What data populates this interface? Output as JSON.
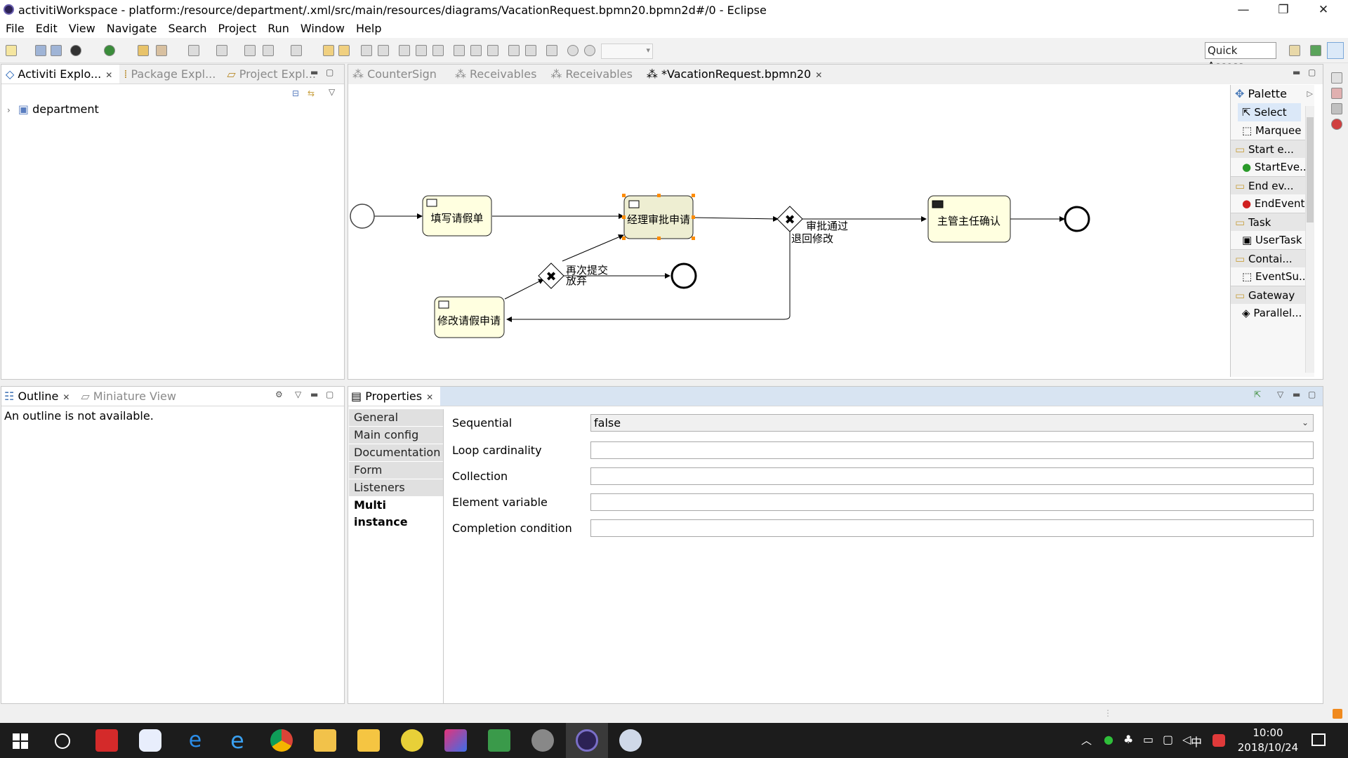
{
  "window": {
    "title": "activitiWorkspace - platform:/resource/department/.xml/src/main/resources/diagrams/VacationRequest.bpmn20.bpmn2d#/0 - Eclipse",
    "controls": {
      "minimize": "—",
      "restore": "❐",
      "close": "✕"
    }
  },
  "menu": [
    "File",
    "Edit",
    "View",
    "Navigate",
    "Search",
    "Project",
    "Run",
    "Window",
    "Help"
  ],
  "toolbar": {
    "quick_access": "Quick Access"
  },
  "explorer": {
    "tabs": [
      {
        "label": "Activiti Explo...",
        "closable": true
      },
      {
        "label": "Package Expl...",
        "closable": false
      },
      {
        "label": "Project Expl...",
        "closable": false
      }
    ],
    "tree": [
      {
        "label": "department"
      }
    ]
  },
  "editor": {
    "tabs": [
      "CounterSign",
      "Receivables",
      "Receivables",
      "*VacationRequest.bpmn20"
    ],
    "diagram": {
      "tasks": [
        "填写请假单",
        "经理审批申请",
        "修改请假申请",
        "主管主任确认"
      ],
      "flow_labels": {
        "approved": "审批通过",
        "returned": "退回修改",
        "resubmit": "再次提交",
        "abandon": "放弃"
      }
    }
  },
  "palette": {
    "title": "Palette",
    "tools": [
      "Select",
      "Marquee"
    ],
    "drawers": [
      {
        "label": "Start e...",
        "item": "StartEve..."
      },
      {
        "label": "End ev...",
        "item": "EndEvent"
      },
      {
        "label": "Task",
        "item": "UserTask"
      },
      {
        "label": "Contai...",
        "item": "EventSu..."
      },
      {
        "label": "Gateway",
        "item": "Parallel..."
      }
    ]
  },
  "outline": {
    "tabs": [
      "Outline",
      "Miniature View"
    ],
    "message": "An outline is not available."
  },
  "properties": {
    "tab_label": "Properties",
    "sections": [
      "General",
      "Main config",
      "Documentation",
      "Form",
      "Listeners",
      "Multi instance"
    ],
    "active_section": "Multi instance",
    "fields": [
      {
        "label": "Sequential",
        "value": "false",
        "type": "select"
      },
      {
        "label": "Loop cardinality",
        "value": ""
      },
      {
        "label": "Collection",
        "value": ""
      },
      {
        "label": "Element variable",
        "value": ""
      },
      {
        "label": "Completion condition",
        "value": ""
      }
    ]
  },
  "taskbar": {
    "time": "10:00",
    "date": "2018/10/24",
    "ime": "中"
  },
  "colors": {
    "task_fill": "#ffffe0",
    "selected_task_fill": "#eeeed2",
    "selection_handle": "#ff8c00",
    "taskbar": "#1c1c1c"
  }
}
